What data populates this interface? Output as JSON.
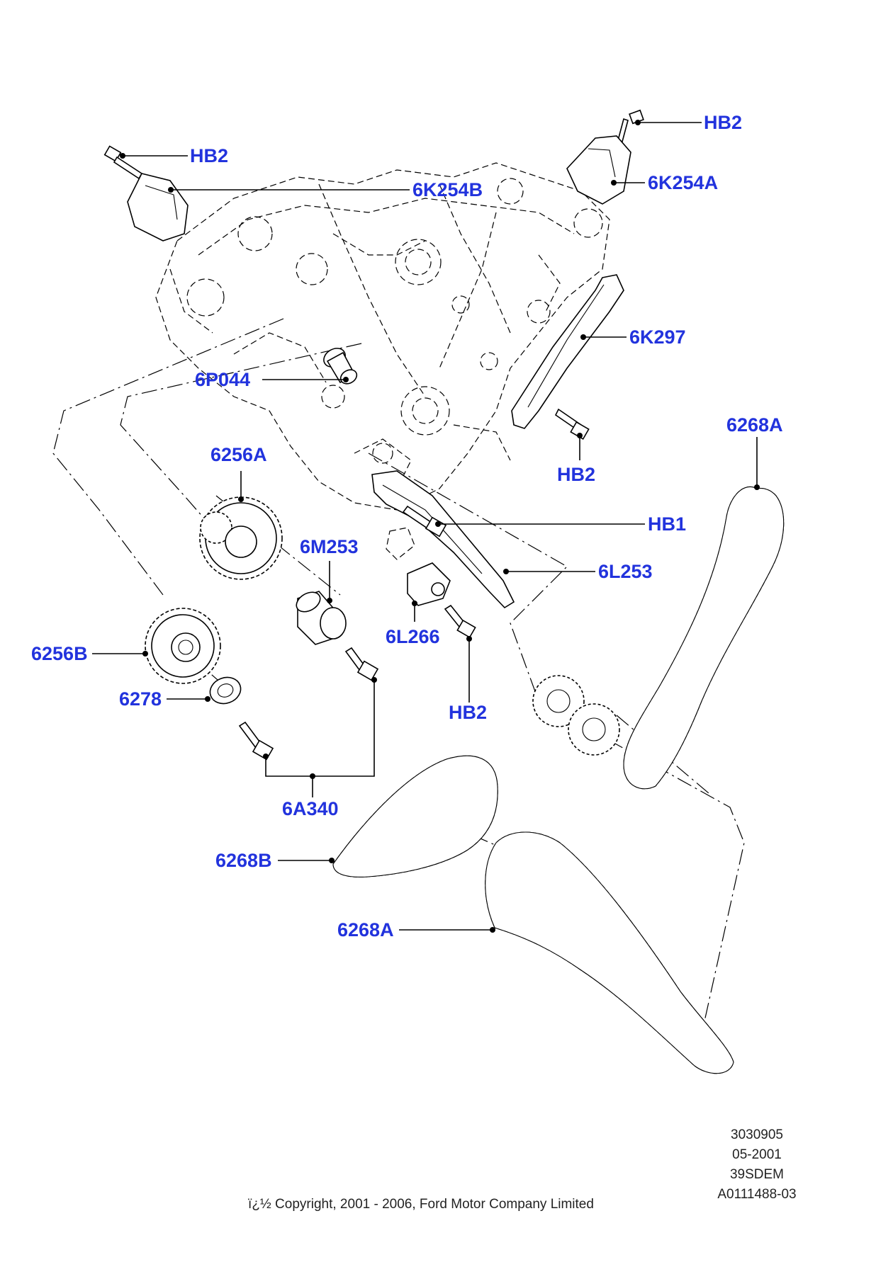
{
  "labels": {
    "hb2_left": "HB2",
    "k254b": "6K254B",
    "hb2_right": "HB2",
    "k254a": "6K254A",
    "k297": "6K297",
    "p044": "6P044",
    "hb2_mid": "HB2",
    "a6268_right": "6268A",
    "a6256": "6256A",
    "m253": "6M253",
    "hb1": "HB1",
    "l253": "6L253",
    "l266": "6L266",
    "b6256": "6256B",
    "hb2_bottom": "HB2",
    "p6278": "6278",
    "a340": "6A340",
    "b6268": "6268B",
    "a6268_bottom": "6268A"
  },
  "meta": {
    "line1": "3030905",
    "line2": "05-2001",
    "line3": "39SDEM",
    "line4": "A0111488-03"
  },
  "copyright": "ï¿½ Copyright, 2001 - 2006, Ford Motor Company Limited",
  "colors": {
    "callout": "#2233dd",
    "line": "#000000",
    "background": "#ffffff"
  }
}
